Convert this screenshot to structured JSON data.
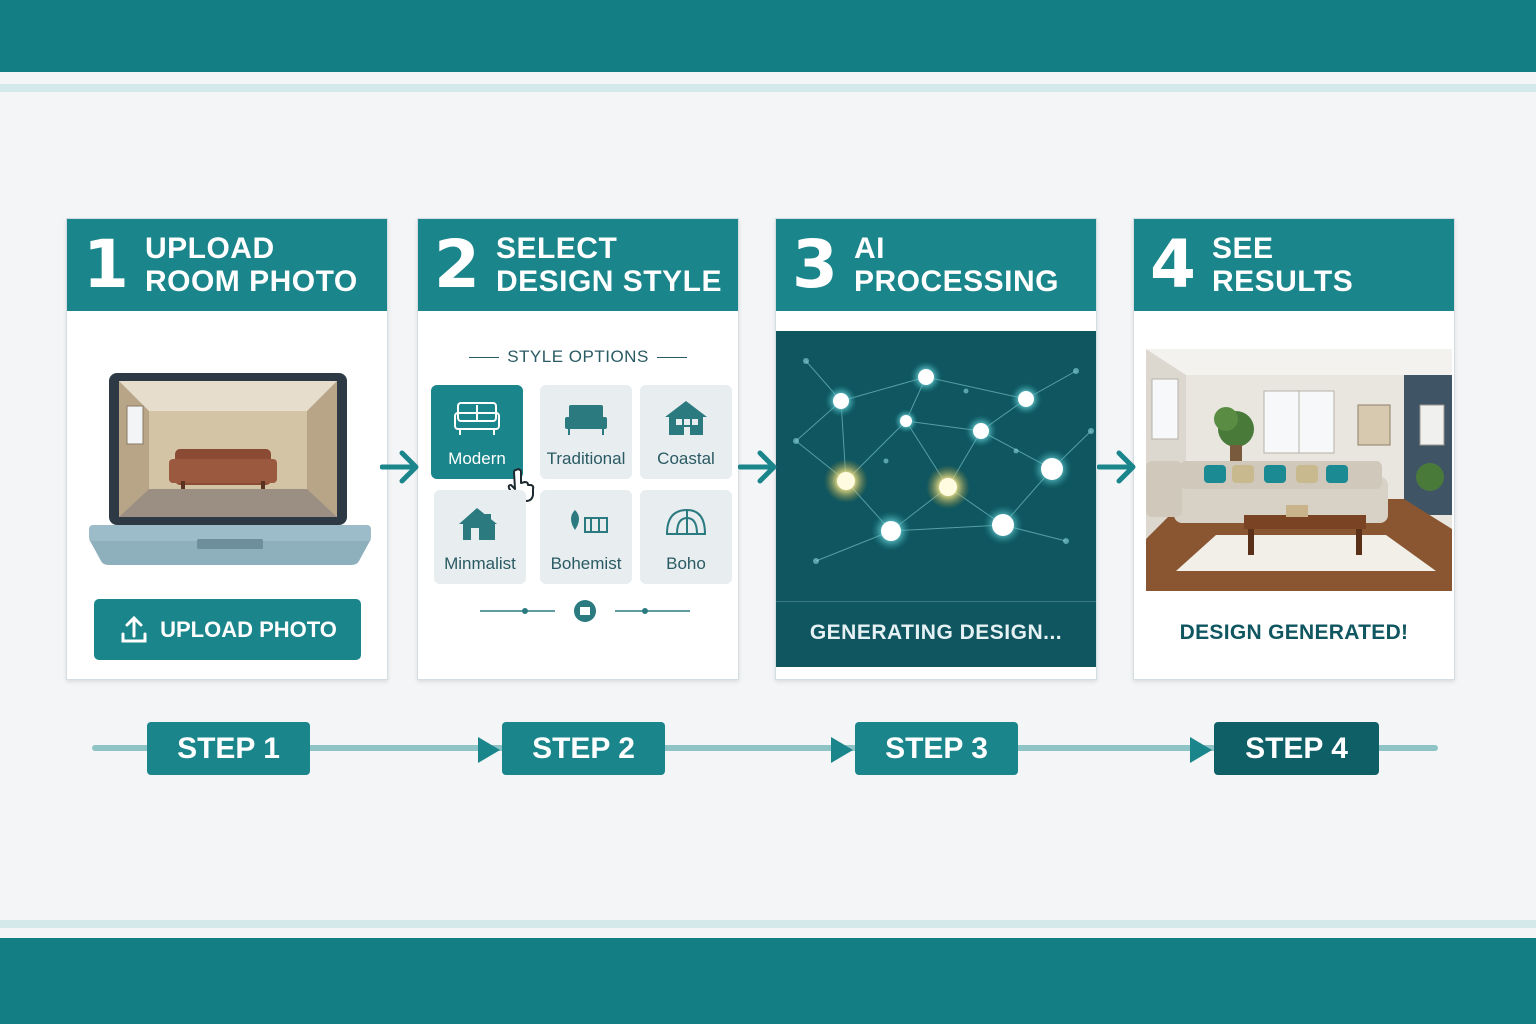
{
  "cards": [
    {
      "number": "1",
      "title_line1": "UPLOAD",
      "title_line2": "ROOM PHOTO",
      "button_label": "UPLOAD PHOTO"
    },
    {
      "number": "2",
      "title_line1": "SELECT",
      "title_line2": "DESIGN STYLE",
      "section_label": "STYLE OPTIONS",
      "styles": [
        "Modern",
        "Traditional",
        "Coastal",
        "Minmalist",
        "Bohemist",
        "Boho"
      ],
      "selected_style": "Modern"
    },
    {
      "number": "3",
      "title_line1": "AI",
      "title_line2": "PROCESSING",
      "status": "GENERATING DESIGN..."
    },
    {
      "number": "4",
      "title_line1": "SEE",
      "title_line2": "RESULTS",
      "status": "DESIGN GENERATED!"
    }
  ],
  "timeline": {
    "steps": [
      "STEP 1",
      "STEP 2",
      "STEP 3",
      "STEP 4"
    ]
  },
  "colors": {
    "teal": "#1a858a",
    "dark_teal": "#0f5660",
    "band": "#137f84"
  },
  "icons": [
    "laptop-icon",
    "upload-icon",
    "sofa-icon",
    "cursor-hand-icon",
    "network-icon",
    "arrow-right-icon"
  ]
}
